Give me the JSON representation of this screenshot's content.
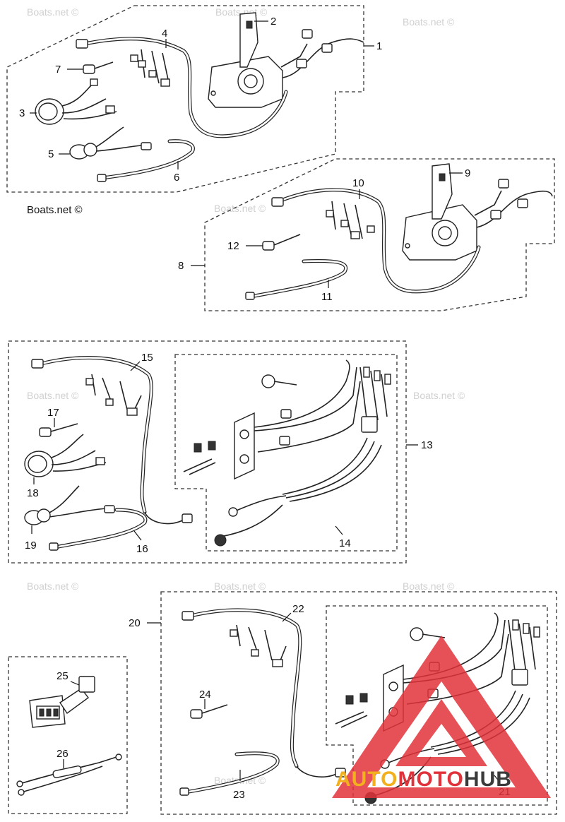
{
  "callouts": [
    "1",
    "2",
    "3",
    "4",
    "5",
    "6",
    "7",
    "8",
    "9",
    "10",
    "11",
    "12",
    "13",
    "14",
    "15",
    "16",
    "17",
    "18",
    "19",
    "20",
    "21",
    "22",
    "23",
    "24",
    "25",
    "26"
  ],
  "watermark": "Boats.net ©",
  "credit": "Boats.net ©",
  "logo": {
    "word1": "AUTO",
    "word2": "MOTO",
    "word3": "HUB",
    "colors": {
      "triangle": "#e0323a",
      "auto": "#f2b01e",
      "moto": "#e0323a",
      "hub": "#3a3a3a"
    }
  }
}
